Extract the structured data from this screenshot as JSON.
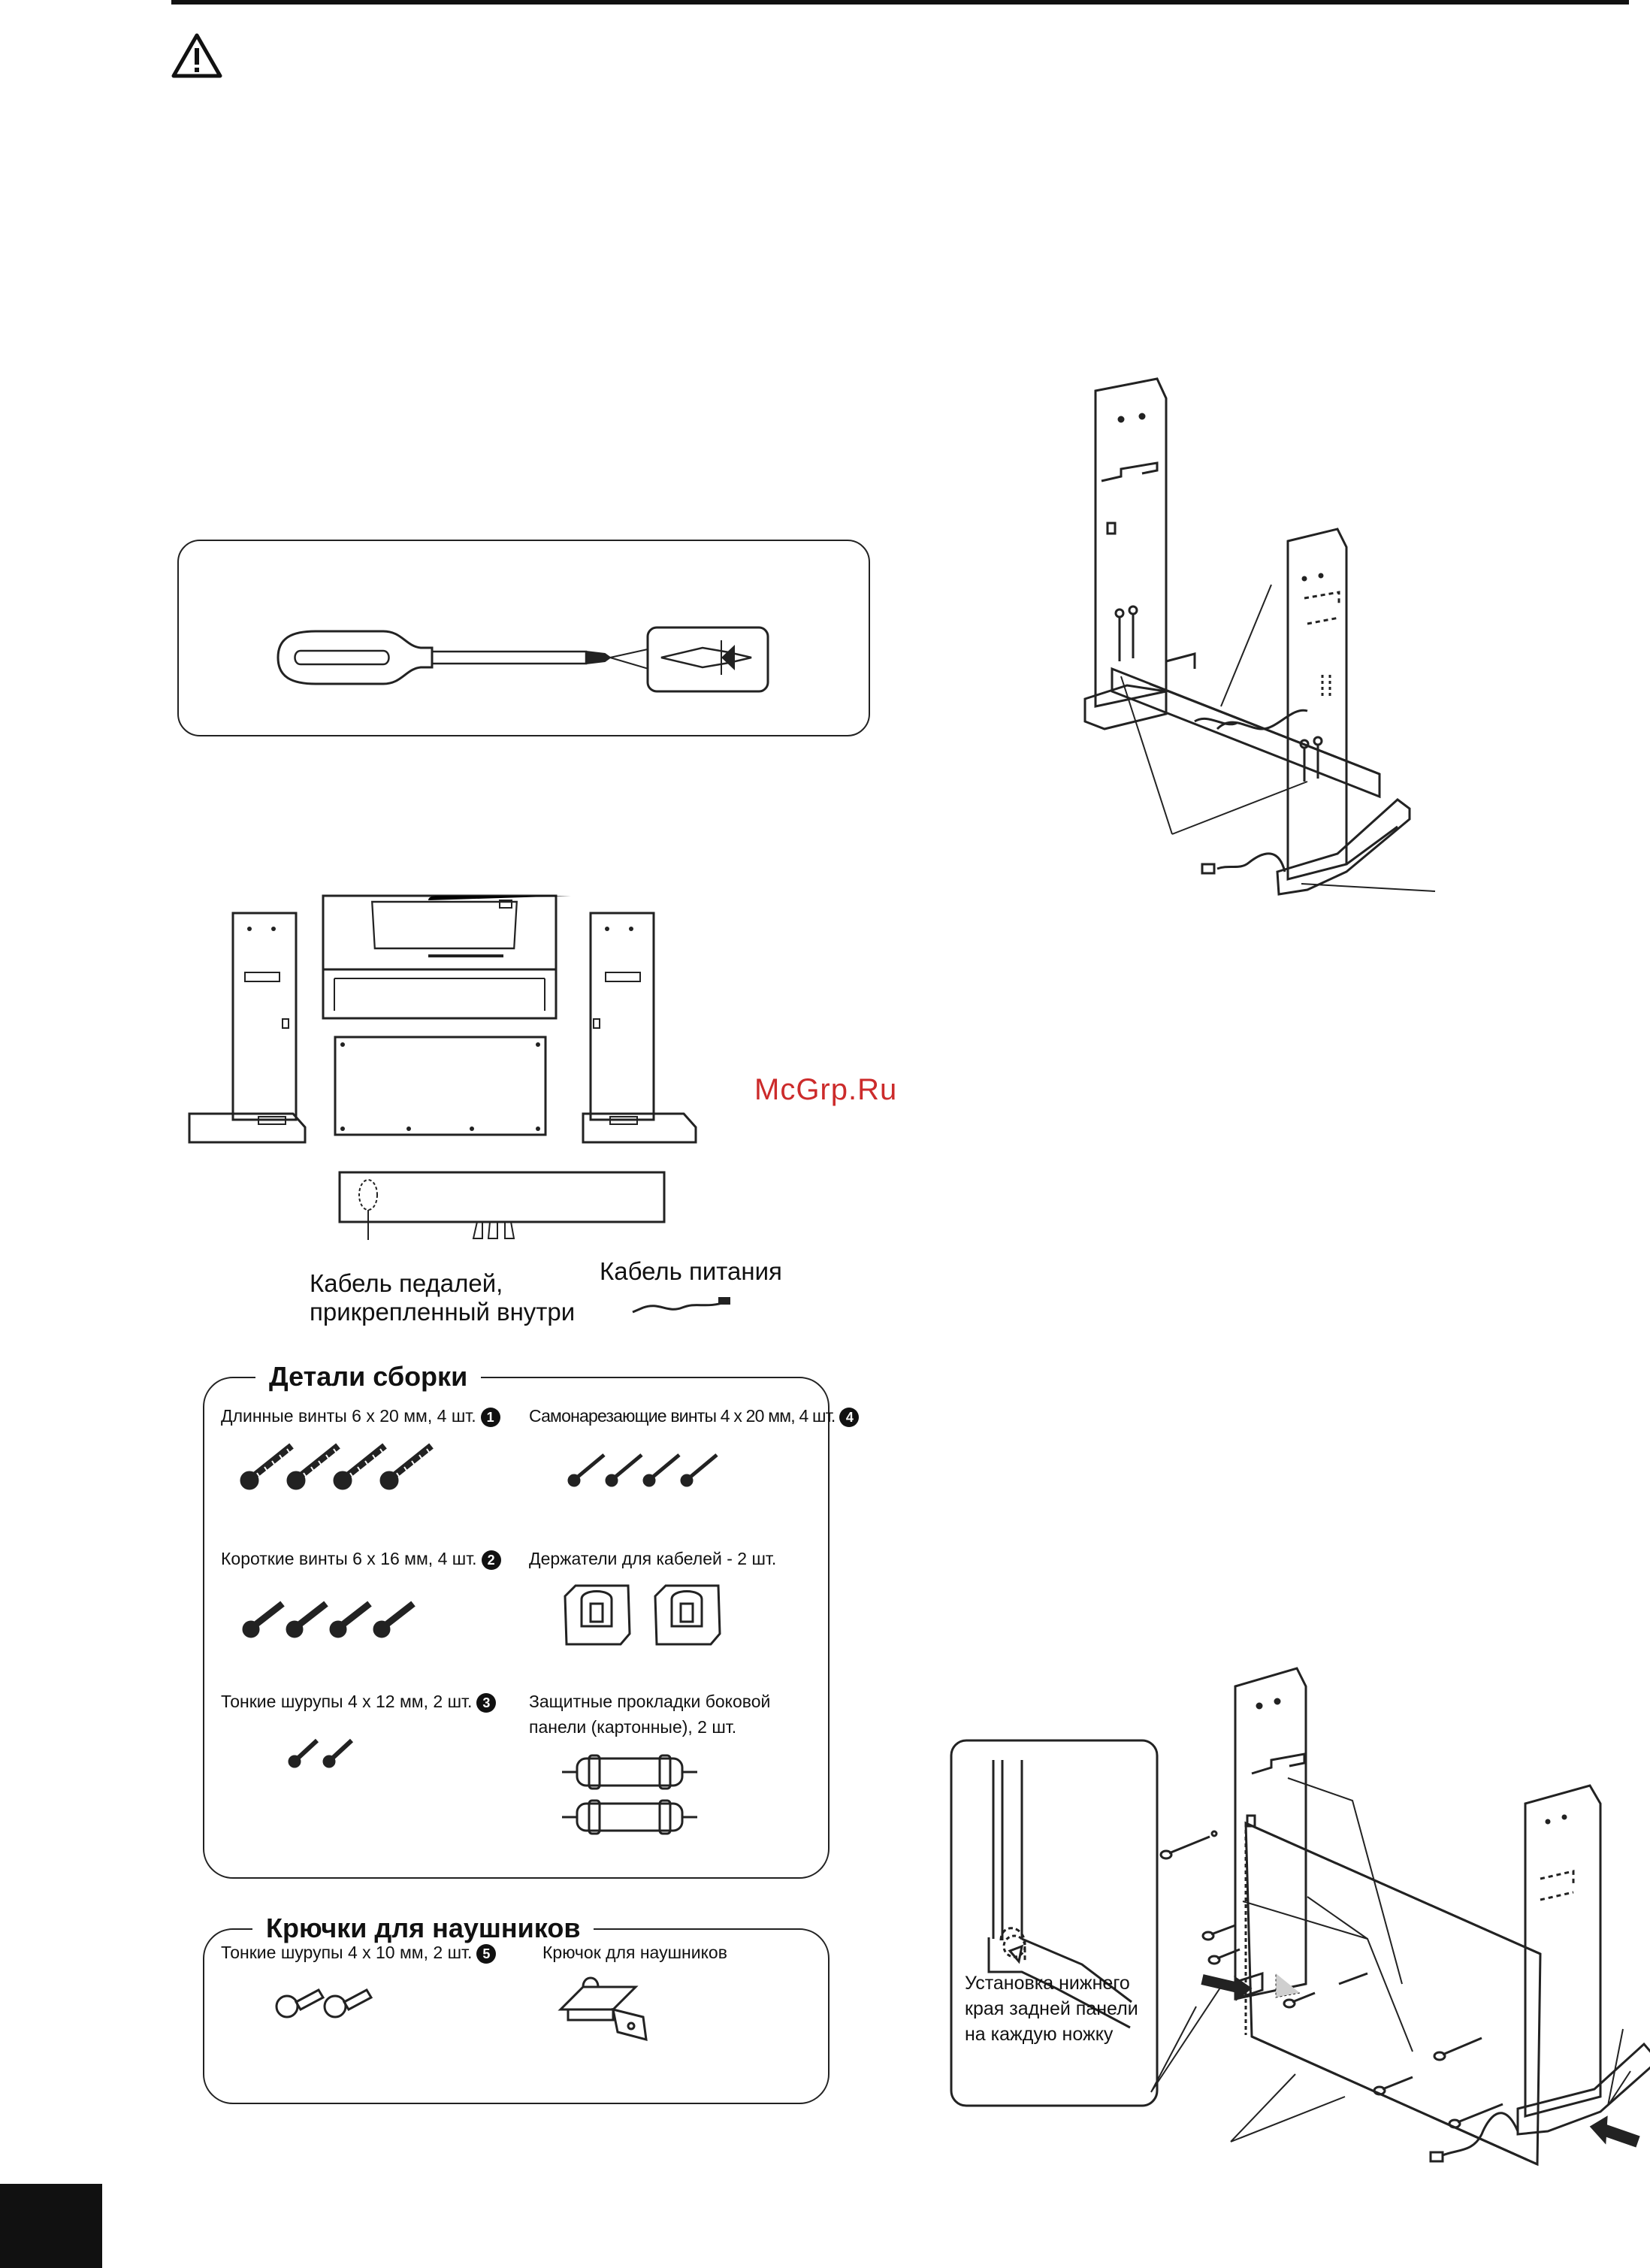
{
  "labels": {
    "pedal_cable_line1": "Кабель педалей,",
    "pedal_cable_line2": "прикрепленный внутри",
    "power_cable": "Кабель питания",
    "watermark": "McGrp.Ru"
  },
  "assembly_parts": {
    "title": "Детали сборки",
    "items": [
      {
        "label": "Длинные винты 6 x 20 мм, 4 шт.",
        "num": "1"
      },
      {
        "label": "Самонарезающие винты 4 x 20 мм, 4 шт.",
        "num": "4"
      },
      {
        "label": "Короткие винты 6 x 16 мм, 4 шт.",
        "num": "2"
      },
      {
        "label": "Держатели для кабелей - 2 шт.",
        "num": ""
      },
      {
        "label": "Тонкие шурупы 4 x 12 мм, 2 шт.",
        "num": "3"
      },
      {
        "label_line1": "Защитные прокладки боковой",
        "label_line2": "панели (картонные), 2 шт.",
        "num": ""
      }
    ]
  },
  "headphone_hooks": {
    "title": "Крючки для наушников",
    "items": [
      {
        "label": "Тонкие шурупы 4 x 10 мм, 2 шт.",
        "num": "5"
      },
      {
        "label": "Крючок для наушников",
        "num": ""
      }
    ]
  },
  "inset_caption": {
    "line1": "Установка нижнего",
    "line2": "края задней панели",
    "line3": "на каждую ножку"
  }
}
